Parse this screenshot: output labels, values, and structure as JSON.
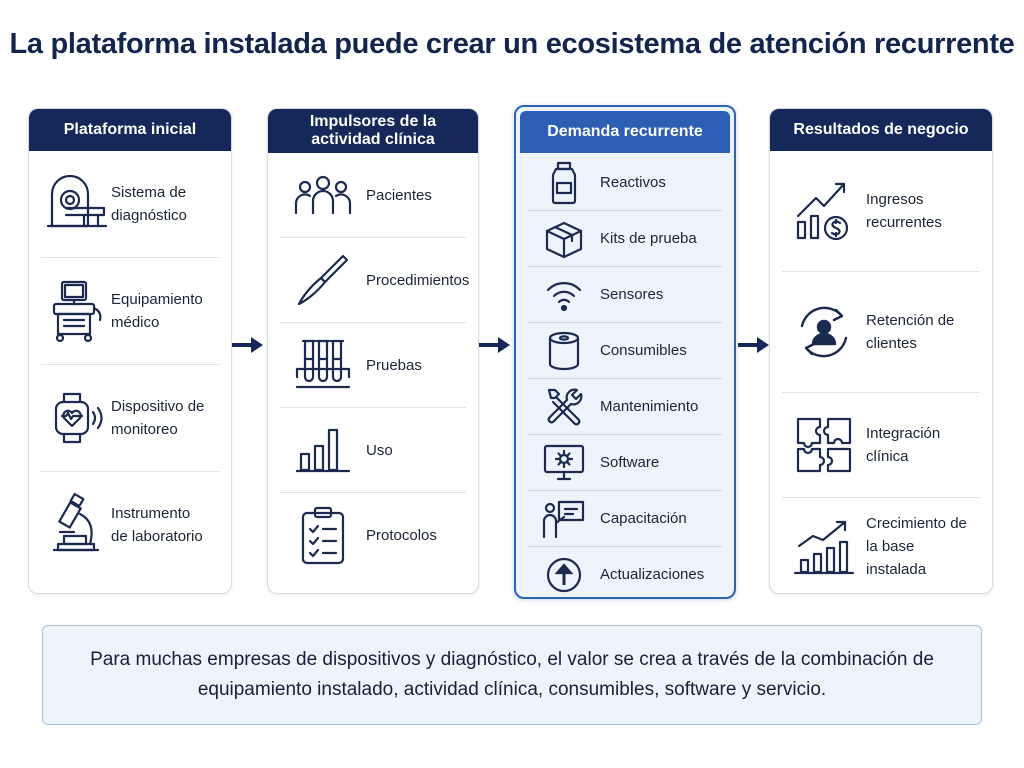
{
  "title": "La plataforma instalada puede crear un ecosistema de atención recurrente",
  "columns": [
    {
      "header": "Plataforma inicial",
      "items": [
        {
          "label": "Sistema de diagnóstico",
          "icon": "mri-scanner-icon"
        },
        {
          "label": "Equipamiento médico",
          "icon": "medical-equipment-icon"
        },
        {
          "label": "Dispositivo de monitoreo",
          "icon": "smartwatch-icon"
        },
        {
          "label": "Instrumento de laboratorio",
          "icon": "microscope-icon"
        }
      ]
    },
    {
      "header": "Impulsores de la actividad clínica",
      "items": [
        {
          "label": "Pacientes",
          "icon": "patients-icon"
        },
        {
          "label": "Procedimientos",
          "icon": "scalpel-icon"
        },
        {
          "label": "Pruebas",
          "icon": "test-tubes-icon"
        },
        {
          "label": "Uso",
          "icon": "bar-chart-icon"
        },
        {
          "label": "Protocolos",
          "icon": "clipboard-checklist-icon"
        }
      ]
    },
    {
      "header": "Demanda recurrente",
      "items": [
        {
          "label": "Reactivos",
          "icon": "reagent-vial-icon"
        },
        {
          "label": "Kits de prueba",
          "icon": "box-icon"
        },
        {
          "label": "Sensores",
          "icon": "wireless-sensor-icon"
        },
        {
          "label": "Consumibles",
          "icon": "roll-icon"
        },
        {
          "label": "Mantenimiento",
          "icon": "tools-icon"
        },
        {
          "label": "Software",
          "icon": "monitor-gear-icon"
        },
        {
          "label": "Capacitación",
          "icon": "presenter-icon"
        },
        {
          "label": "Actualizaciones",
          "icon": "upgrade-arrow-icon"
        }
      ]
    },
    {
      "header": "Resultados de negocio",
      "items": [
        {
          "label": "Ingresos recurrentes",
          "icon": "revenue-growth-icon"
        },
        {
          "label": "Retención de clientes",
          "icon": "customer-retention-icon"
        },
        {
          "label": "Integración clínica",
          "icon": "puzzle-icon"
        },
        {
          "label": "Crecimiento de la base instalada",
          "icon": "growth-chart-icon"
        }
      ]
    }
  ],
  "footer": "Para muchas empresas de dispositivos y diagnóstico, el valor se crea a través de la combinación de equipamiento instalado, actividad clínica, consumibles, software y servicio.",
  "colors": {
    "header_dark": "#16285a",
    "header_highlight": "#2c5fb3",
    "icon_stroke": "#1b2a4e",
    "highlight_bg": "#eef4fc"
  }
}
